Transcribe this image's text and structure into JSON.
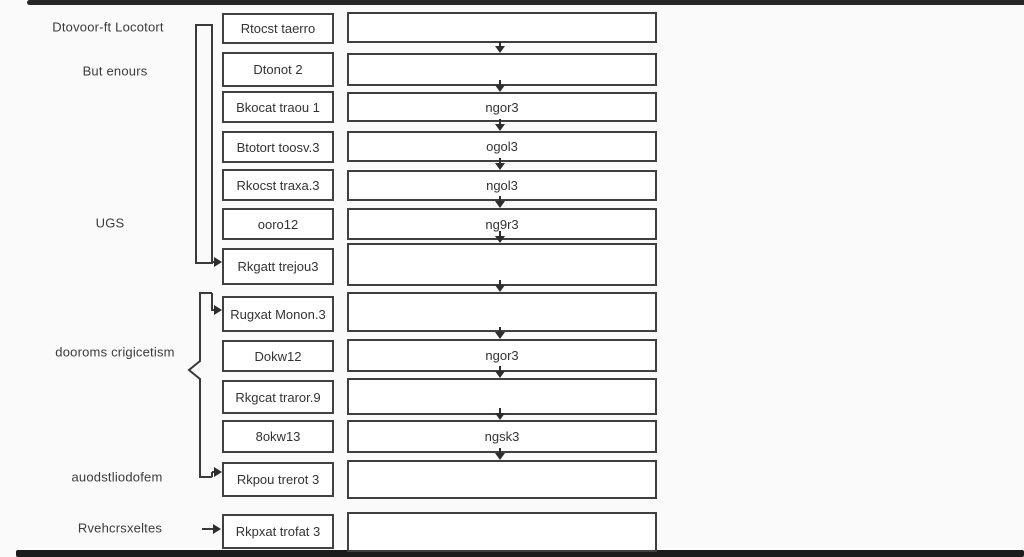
{
  "diagram": {
    "left_labels": [
      "Dtovoor-ft Locotort",
      "But enours",
      "UGS",
      "dooroms crigicetism",
      "auodstliodofem",
      "Rvehcrsxeltes"
    ],
    "rows": [
      {
        "mid_label": "Rtocst taerro",
        "right_label": ""
      },
      {
        "mid_label": "Dtonot 2",
        "right_label": ""
      },
      {
        "mid_label": "Bkocat traou 1",
        "right_label": "ngor3"
      },
      {
        "mid_label": "Btotort toosv.3",
        "right_label": "ogol3"
      },
      {
        "mid_label": "Rkocst traxa.3",
        "right_label": "ngol3"
      },
      {
        "mid_label": "ooro12",
        "right_label": "ng9r3"
      },
      {
        "mid_label": "Rkgatt trejou3",
        "right_label": ""
      },
      {
        "mid_label": "Rugxat Monon.3",
        "right_label": ""
      },
      {
        "mid_label": "Dokw12",
        "right_label": "ngor3"
      },
      {
        "mid_label": "Rkgcat traror.9",
        "right_label": ""
      },
      {
        "mid_label": "8okw13",
        "right_label": "ngsk3"
      },
      {
        "mid_label": "Rkpou trerot 3",
        "right_label": ""
      },
      {
        "mid_label": "Rkpxat trofat 3",
        "right_label": ""
      }
    ],
    "colors": {
      "line": "#3a3a3a",
      "text": "#3b3b3b",
      "background": "#fafafa",
      "box_fill": "#ffffff",
      "edge_bar": "#222222"
    }
  }
}
